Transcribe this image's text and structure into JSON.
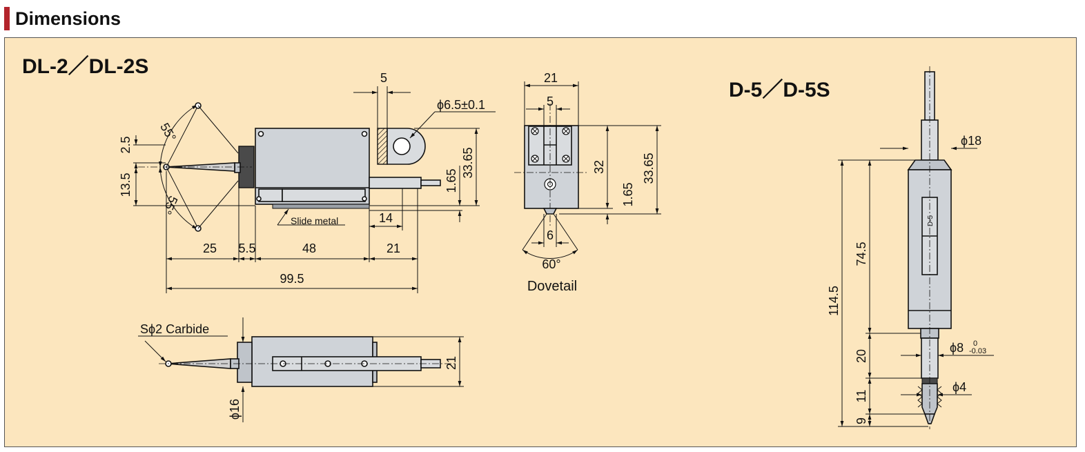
{
  "header": {
    "title": "Dimensions",
    "accent_color": "#b3242c"
  },
  "panel": {
    "background": "#fce6be"
  },
  "dl2": {
    "title": "DL-2／DL-2S",
    "dims": {
      "d5": "5",
      "d65": "ϕ6.5±0.1",
      "d25a": "2.5",
      "d135": "13.5",
      "d55a": "55°",
      "d55b": "55°",
      "d3365": "33.65",
      "d165": "1.65",
      "slide": "Slide metal",
      "d14": "14",
      "d25b": "25",
      "d55": "5.5",
      "d48": "48",
      "d21": "21",
      "d995": "99.5",
      "carbide": "Sϕ2 Carbide",
      "d16": "ϕ16",
      "d21b": "21"
    }
  },
  "dovetail": {
    "dims": {
      "d21": "21",
      "d5": "5",
      "d32": "32",
      "d3365": "33.65",
      "d165": "1.65",
      "d6": "6",
      "d60": "60°"
    },
    "label": "Dovetail"
  },
  "d5": {
    "title": "D-5／D-5S",
    "dims": {
      "d18": "ϕ18",
      "d745": "74.5",
      "d1145": "114.5",
      "d20": "20",
      "d11": "11",
      "d9": "9",
      "d8": "ϕ8",
      "d8tol_up": "0",
      "d8tol_dn": "-0.03",
      "d4": "ϕ4",
      "body_mark": "D-5"
    }
  }
}
